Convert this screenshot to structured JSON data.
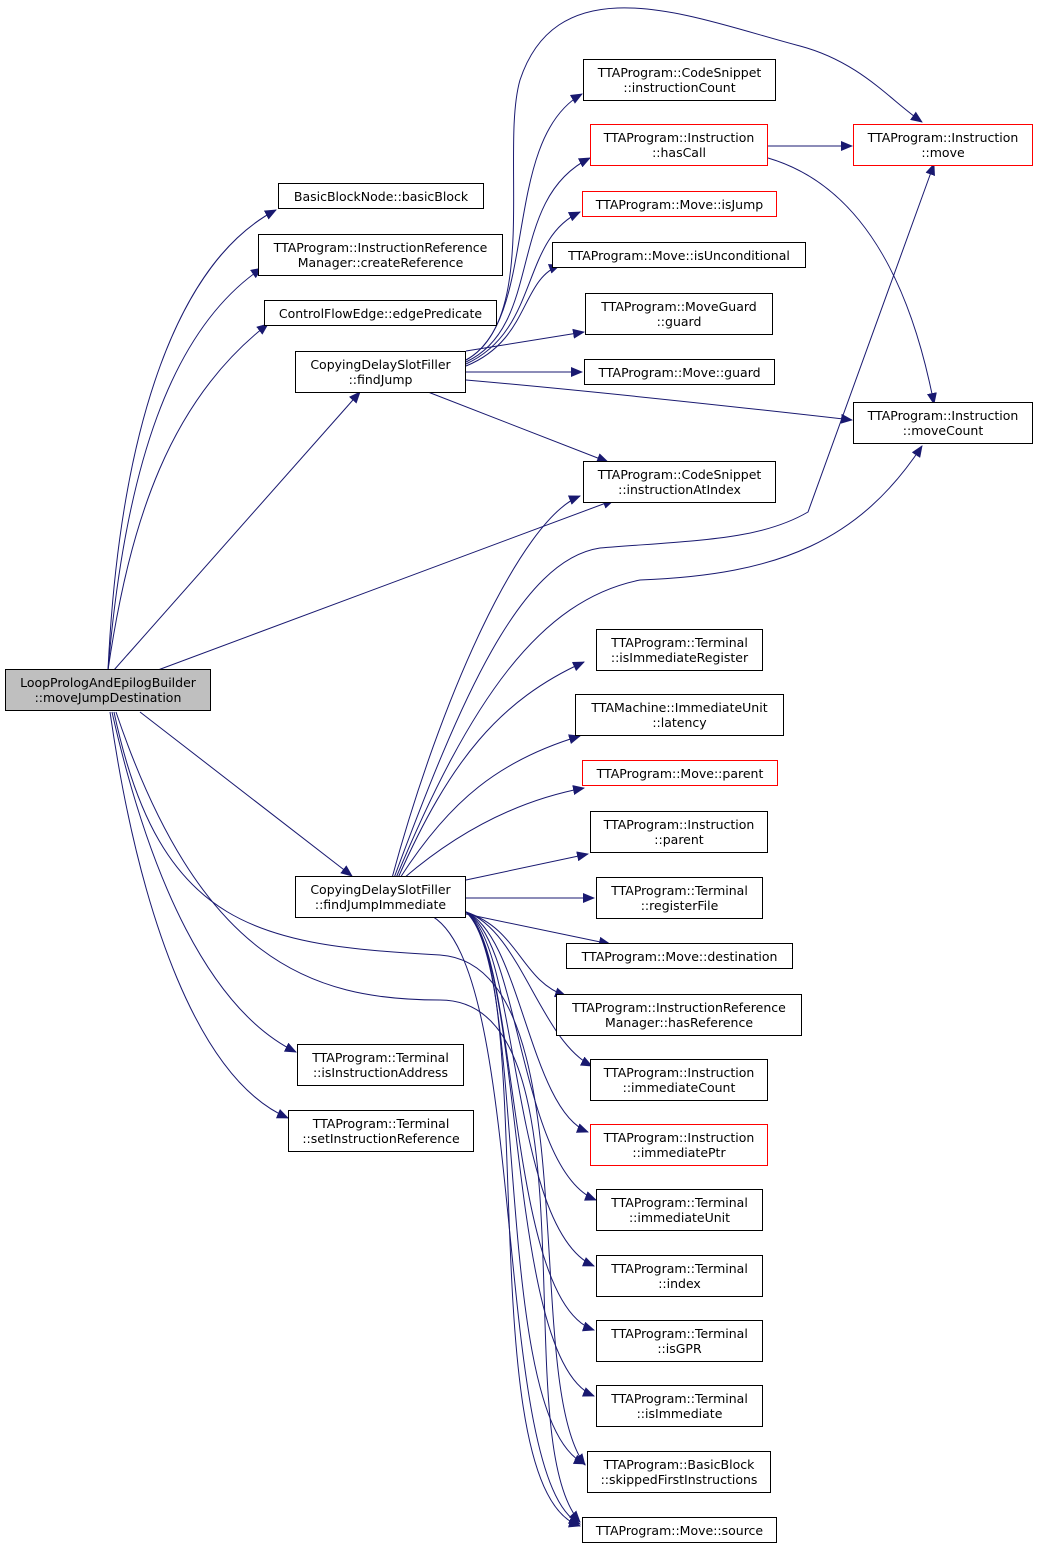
{
  "colors": {
    "edge": "#191970",
    "border": "#000000",
    "border_red": "#ff0000",
    "root_fill": "#bfbfbf"
  },
  "nodes": [
    {
      "id": "root",
      "l1": "LoopPrologAndEpilogBuilder",
      "l2": "::moveJumpDestination",
      "style": "root"
    },
    {
      "id": "bbn_basicblock",
      "l1": "BasicBlockNode::basicBlock",
      "l2": "",
      "style": "normal"
    },
    {
      "id": "irm_createref",
      "l1": "TTAProgram::InstructionReference",
      "l2": "Manager::createReference",
      "style": "normal"
    },
    {
      "id": "cfe_edgepred",
      "l1": "ControlFlowEdge::edgePredicate",
      "l2": "",
      "style": "normal"
    },
    {
      "id": "cdsf_findjump",
      "l1": "CopyingDelaySlotFiller",
      "l2": "::findJump",
      "style": "normal"
    },
    {
      "id": "cdsf_findjumpimm",
      "l1": "CopyingDelaySlotFiller",
      "l2": "::findJumpImmediate",
      "style": "normal"
    },
    {
      "id": "term_isinstraddr",
      "l1": "TTAProgram::Terminal",
      "l2": "::isInstructionAddress",
      "style": "normal"
    },
    {
      "id": "term_setinstrref",
      "l1": "TTAProgram::Terminal",
      "l2": "::setInstructionReference",
      "style": "normal"
    },
    {
      "id": "cs_instrcount",
      "l1": "TTAProgram::CodeSnippet",
      "l2": "::instructionCount",
      "style": "normal"
    },
    {
      "id": "instr_hascall",
      "l1": "TTAProgram::Instruction",
      "l2": "::hasCall",
      "style": "red"
    },
    {
      "id": "move_isjump",
      "l1": "TTAProgram::Move::isJump",
      "l2": "",
      "style": "red"
    },
    {
      "id": "move_isuncond",
      "l1": "TTAProgram::Move::isUnconditional",
      "l2": "",
      "style": "normal"
    },
    {
      "id": "moveguard_guard",
      "l1": "TTAProgram::MoveGuard",
      "l2": "::guard",
      "style": "normal"
    },
    {
      "id": "move_guard",
      "l1": "TTAProgram::Move::guard",
      "l2": "",
      "style": "normal"
    },
    {
      "id": "cs_instratindex",
      "l1": "TTAProgram::CodeSnippet",
      "l2": "::instructionAtIndex",
      "style": "normal"
    },
    {
      "id": "instr_move",
      "l1": "TTAProgram::Instruction",
      "l2": "::move",
      "style": "red"
    },
    {
      "id": "instr_movecount",
      "l1": "TTAProgram::Instruction",
      "l2": "::moveCount",
      "style": "normal"
    },
    {
      "id": "term_isimmreg",
      "l1": "TTAProgram::Terminal",
      "l2": "::isImmediateRegister",
      "style": "normal"
    },
    {
      "id": "iu_latency",
      "l1": "TTAMachine::ImmediateUnit",
      "l2": "::latency",
      "style": "normal"
    },
    {
      "id": "move_parent",
      "l1": "TTAProgram::Move::parent",
      "l2": "",
      "style": "red"
    },
    {
      "id": "instr_parent",
      "l1": "TTAProgram::Instruction",
      "l2": "::parent",
      "style": "normal"
    },
    {
      "id": "term_regfile",
      "l1": "TTAProgram::Terminal",
      "l2": "::registerFile",
      "style": "normal"
    },
    {
      "id": "move_dest",
      "l1": "TTAProgram::Move::destination",
      "l2": "",
      "style": "normal"
    },
    {
      "id": "irm_hasref",
      "l1": "TTAProgram::InstructionReference",
      "l2": "Manager::hasReference",
      "style": "normal"
    },
    {
      "id": "instr_immcount",
      "l1": "TTAProgram::Instruction",
      "l2": "::immediateCount",
      "style": "normal"
    },
    {
      "id": "instr_immptr",
      "l1": "TTAProgram::Instruction",
      "l2": "::immediatePtr",
      "style": "red"
    },
    {
      "id": "term_immunit",
      "l1": "TTAProgram::Terminal",
      "l2": "::immediateUnit",
      "style": "normal"
    },
    {
      "id": "term_index",
      "l1": "TTAProgram::Terminal",
      "l2": "::index",
      "style": "normal"
    },
    {
      "id": "term_isgpr",
      "l1": "TTAProgram::Terminal",
      "l2": "::isGPR",
      "style": "normal"
    },
    {
      "id": "term_isimm",
      "l1": "TTAProgram::Terminal",
      "l2": "::isImmediate",
      "style": "normal"
    },
    {
      "id": "bb_skipped",
      "l1": "TTAProgram::BasicBlock",
      "l2": "::skippedFirstInstructions",
      "style": "normal"
    },
    {
      "id": "move_source",
      "l1": "TTAProgram::Move::source",
      "l2": "",
      "style": "normal"
    }
  ]
}
